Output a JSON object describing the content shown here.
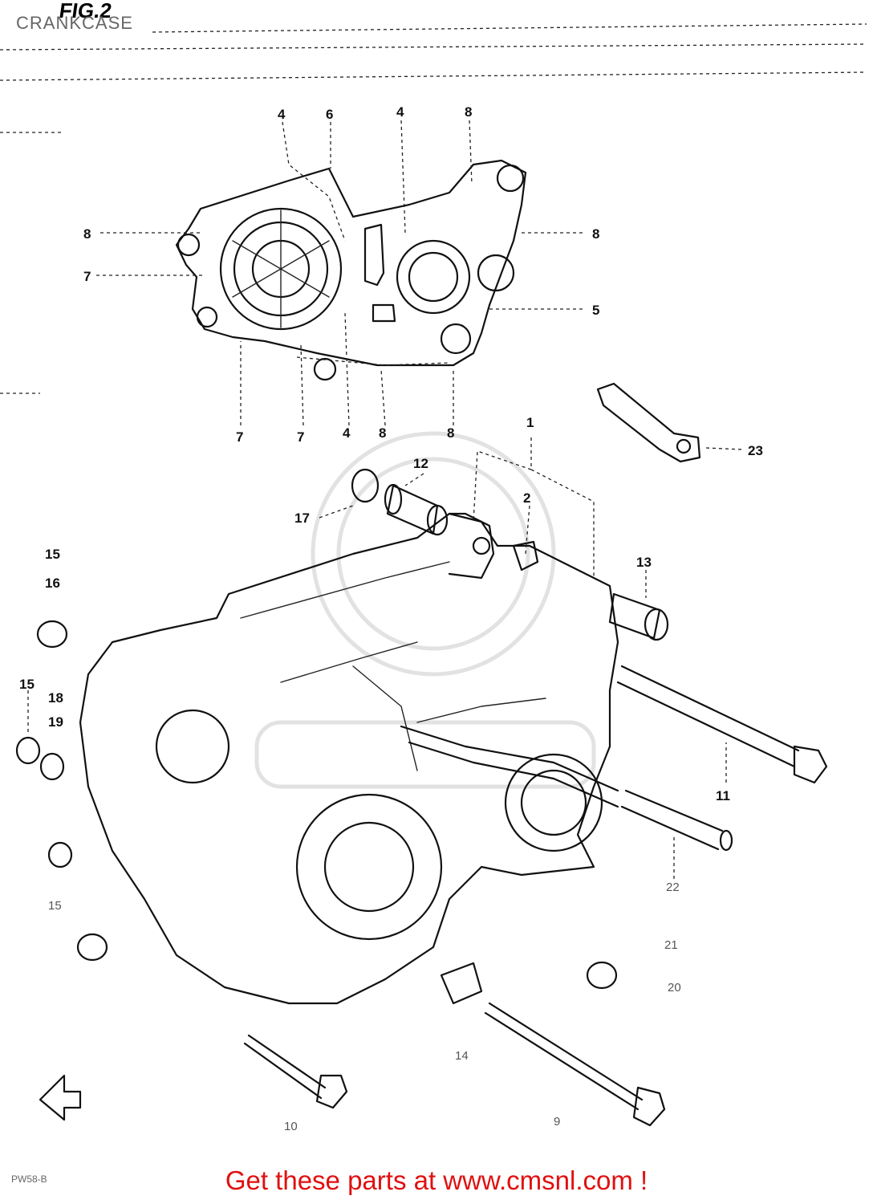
{
  "diagram": {
    "figure_label": "FIG.2",
    "caption": "CRANKCASE",
    "footer_code": "PW58-B",
    "callouts": [
      {
        "name": "callout-4-upper-left",
        "text": "4"
      },
      {
        "name": "callout-6",
        "text": "6"
      },
      {
        "name": "callout-4-upper-right",
        "text": "4"
      },
      {
        "name": "callout-8-top",
        "text": "8"
      },
      {
        "name": "callout-8-left",
        "text": "8"
      },
      {
        "name": "callout-8-right",
        "text": "8"
      },
      {
        "name": "callout-7-left",
        "text": "7"
      },
      {
        "name": "callout-5",
        "text": "5"
      },
      {
        "name": "callout-7-bottom-a",
        "text": "7"
      },
      {
        "name": "callout-7-bottom-b",
        "text": "7"
      },
      {
        "name": "callout-4-bottom",
        "text": "4"
      },
      {
        "name": "callout-8-bottom-a",
        "text": "8"
      },
      {
        "name": "callout-8-bottom-b",
        "text": "8"
      },
      {
        "name": "callout-23",
        "text": "23"
      },
      {
        "name": "callout-1",
        "text": "1"
      },
      {
        "name": "callout-12",
        "text": "12"
      },
      {
        "name": "callout-2",
        "text": "2"
      },
      {
        "name": "callout-17",
        "text": "17"
      },
      {
        "name": "callout-15-top",
        "text": "15"
      },
      {
        "name": "callout-16",
        "text": "16"
      },
      {
        "name": "callout-13",
        "text": "13"
      },
      {
        "name": "callout-15-left",
        "text": "15"
      },
      {
        "name": "callout-18",
        "text": "18"
      },
      {
        "name": "callout-19",
        "text": "19"
      },
      {
        "name": "callout-11",
        "text": "11"
      },
      {
        "name": "callout-22",
        "text": "22"
      },
      {
        "name": "callout-15-lower",
        "text": "15"
      },
      {
        "name": "callout-21",
        "text": "21"
      },
      {
        "name": "callout-20",
        "text": "20"
      },
      {
        "name": "callout-14",
        "text": "14"
      },
      {
        "name": "callout-10",
        "text": "10"
      },
      {
        "name": "callout-9",
        "text": "9"
      }
    ]
  },
  "footer": {
    "link_text": "Get these parts at www.cmsnl.com !"
  },
  "colors": {
    "link": "#e01010",
    "line": "#111111"
  }
}
